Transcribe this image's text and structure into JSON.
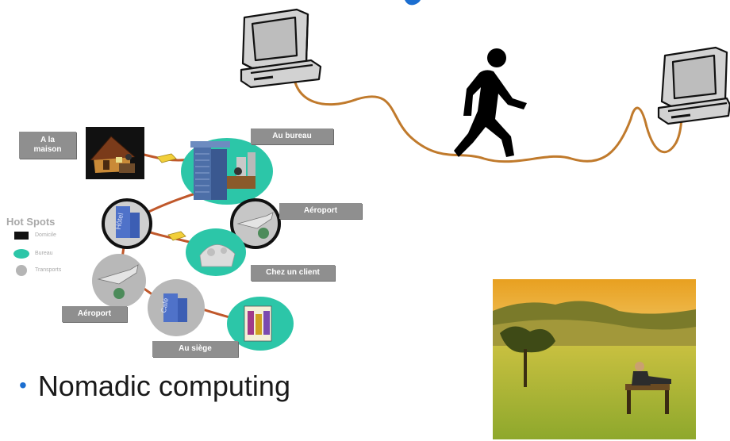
{
  "diagram": {
    "labels": {
      "home": "A la\nmaison",
      "office": "Au bureau",
      "airport_right": "Aéroport",
      "client": "Chez un client",
      "airport_left": "Aéroport",
      "headquarters": "Au siège"
    },
    "node_texts": {
      "hotel": "Hôtel",
      "cafe": "Café"
    },
    "legend": {
      "title": "Hot Spots",
      "items": [
        {
          "label": "Domicile",
          "color": "#111111"
        },
        {
          "label": "Bureau",
          "color": "#2cc6a8"
        },
        {
          "label": "Transports",
          "color": "#b5b5b5"
        }
      ]
    },
    "colors": {
      "connector": "#c0582b",
      "cable": "#c07a2c",
      "teal": "#2cc6a8",
      "gray_node": "#b8b8b8",
      "label_bg": "#8f8f8f",
      "bullet": "#1b6ed0"
    }
  },
  "bullet": {
    "text": "Nomadic computing"
  }
}
